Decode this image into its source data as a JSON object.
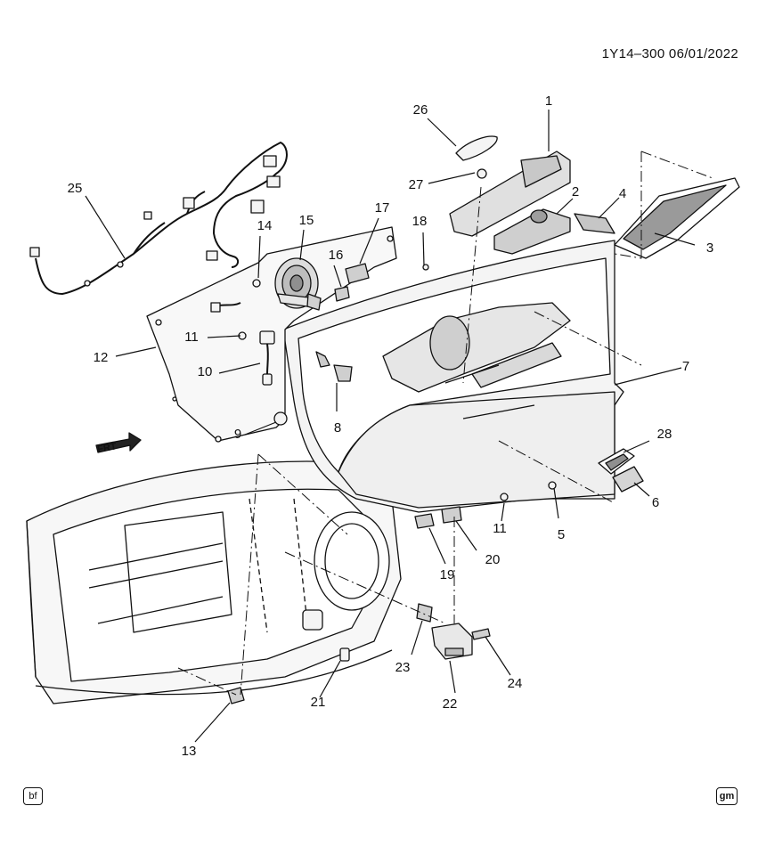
{
  "header": {
    "doc_id": "1Y14–300 06/01/2022"
  },
  "corners": {
    "left_badge": "bf",
    "right_badge": "gm"
  },
  "icons": {
    "front_direction_arrow": "FRT",
    "brand_logo": "gm-logo-icon"
  },
  "callouts": [
    "1",
    "2",
    "3",
    "4",
    "5",
    "6",
    "7",
    "8",
    "9",
    "10",
    "11",
    "11",
    "12",
    "13",
    "14",
    "15",
    "16",
    "17",
    "18",
    "19",
    "20",
    "21",
    "22",
    "23",
    "24",
    "25",
    "26",
    "27",
    "28"
  ],
  "colors": {
    "line": "#111111",
    "background": "#ffffff",
    "part_fill": "#f4f4f4",
    "shadow_fill": "#bdbdbd"
  }
}
